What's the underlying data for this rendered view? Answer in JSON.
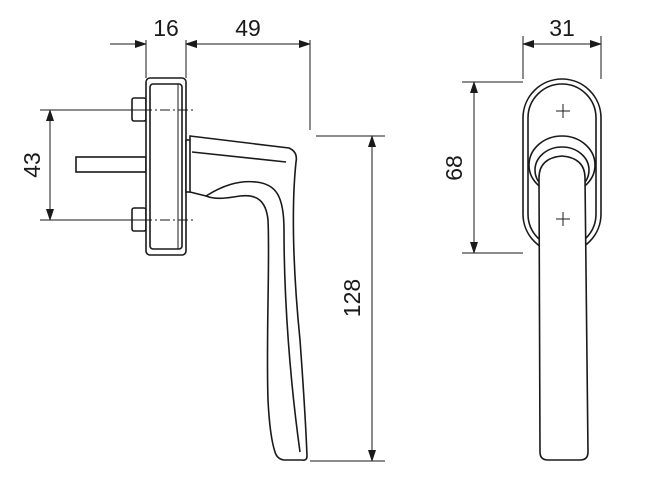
{
  "dimensions": {
    "rose_depth": "16",
    "handle_projection": "49",
    "spindle_spacing": "43",
    "handle_length": "128",
    "rose_width": "31",
    "rose_height": "68"
  },
  "colors": {
    "line": "#1a1a1a",
    "background": "#ffffff"
  }
}
